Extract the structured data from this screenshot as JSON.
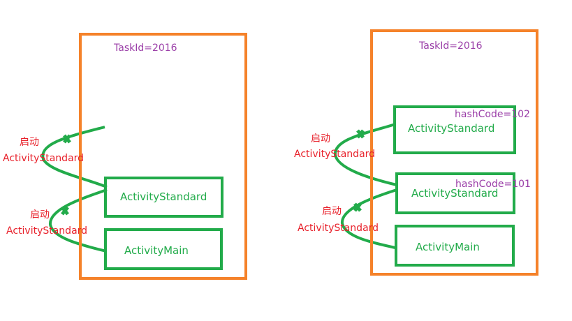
{
  "left": {
    "task_id": "TaskId=2016",
    "activity_top": "ActivityStandard",
    "activity_bottom": "ActivityMain",
    "launch1_a": "启动",
    "launch1_b": "ActivityStandard",
    "launch2_a": "启动",
    "launch2_b": "ActivityStandard"
  },
  "right": {
    "task_id": "TaskId=2016",
    "activity_top": "ActivityStandard",
    "hash_top": "hashCode=102",
    "activity_mid": "ActivityStandard",
    "hash_mid": "hashCode=101",
    "activity_bottom": "ActivityMain",
    "launch1_a": "启动",
    "launch1_b": "ActivityStandard",
    "launch2_a": "启动",
    "launch2_b": "ActivityStandard"
  },
  "colors": {
    "task_border": "#f5822a",
    "activity_border": "#22ab4a",
    "label_purple": "#9b3fa8",
    "label_red": "#e8202a"
  }
}
